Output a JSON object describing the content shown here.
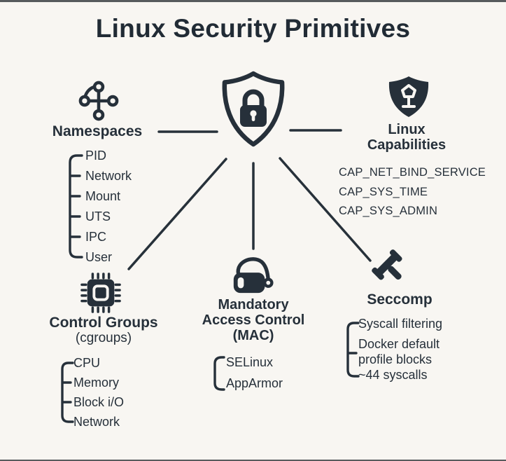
{
  "title": "Linux Security Primitives",
  "colors": {
    "ink": "#26303a",
    "background": "#f8f6f2"
  },
  "center": {
    "icon": "shield-lock-icon"
  },
  "namespaces": {
    "icon": "network-namespaces-icon",
    "label": "Namespaces",
    "items": [
      "PID",
      "Network",
      "Mount",
      "UTS",
      "IPC",
      "User"
    ]
  },
  "capabilities": {
    "icon": "shield-key-icon",
    "label": [
      "Linux",
      "Capabilities"
    ],
    "items": [
      "CAP_NET_BIND_SERVICE",
      "CAP_SYS_TIME",
      "CAP_SYS_ADMIN"
    ]
  },
  "cgroups": {
    "icon": "cpu-chip-icon",
    "label": "Control Groups",
    "sublabel": "(cgroups)",
    "items": [
      "CPU",
      "Memory",
      "Block i/O",
      "Network"
    ]
  },
  "mac": {
    "icon": "padlock-open-icon",
    "label": [
      "Mandatory",
      "Access Control",
      "(MAC)"
    ],
    "items": [
      "SELinux",
      "AppArmor"
    ]
  },
  "seccomp": {
    "icon": "gavel-icon",
    "label": "Seccomp",
    "items": [
      "Syscall filtering",
      "Docker default profile blocks ~44 syscalls"
    ]
  }
}
